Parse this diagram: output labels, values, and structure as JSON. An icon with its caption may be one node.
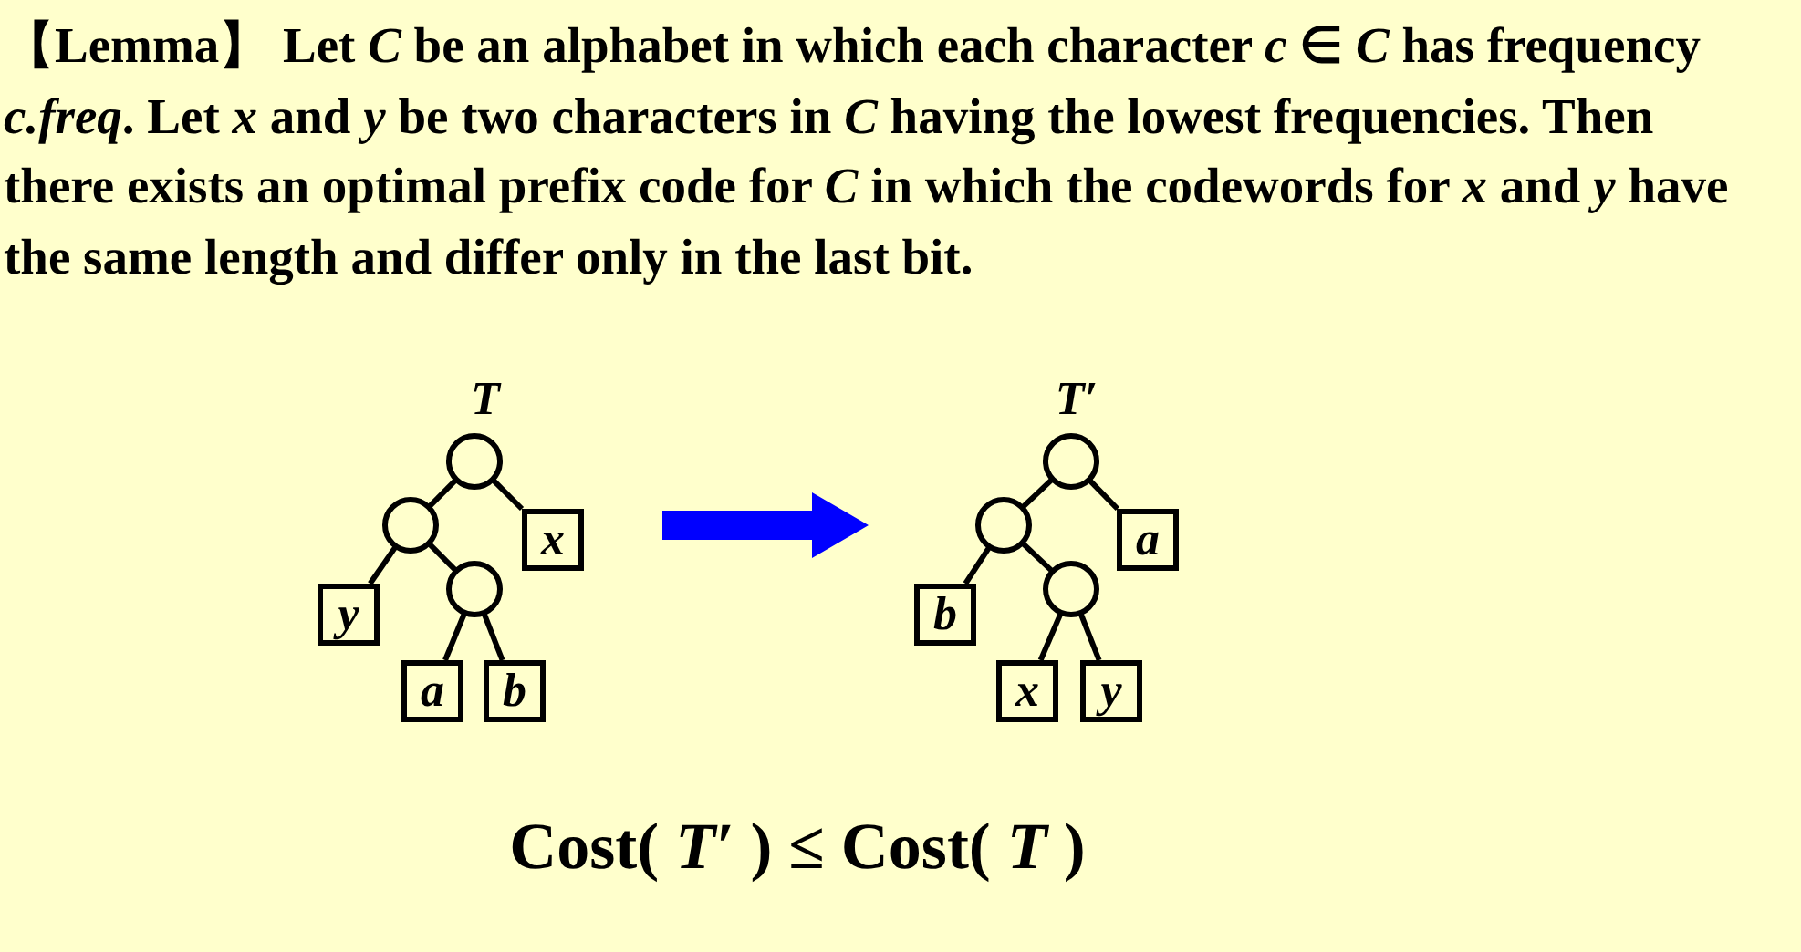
{
  "diagram": {
    "title": "【Lemma】 Let *C* be an alphabet in which each character *c* ∈ *C* has frequency *c.freq*.  Let *x* and *y* be two characters in *C* having the lowest frequencies.  Then there exists an optimal prefix code for *C* in which the codewords for *x* and *y* have the same length and differ only in the last bit.",
    "nodes": [
      {
        "text": [],
        "shape": "circle"
      },
      {
        "text": [],
        "shape": "circle"
      },
      {
        "text": [],
        "shape": "circle"
      },
      {
        "text": [
          "x"
        ]
      },
      {
        "text": [
          "y"
        ]
      },
      {
        "text": [
          "a"
        ]
      },
      {
        "text": [
          "b"
        ]
      },
      {
        "text": [],
        "shape": "circle"
      },
      {
        "text": [],
        "shape": "circle"
      },
      {
        "text": [],
        "shape": "circle"
      },
      {
        "text": [
          "a"
        ]
      },
      {
        "text": [
          "b"
        ]
      },
      {
        "text": [
          "x"
        ]
      },
      {
        "text": [
          "y"
        ]
      }
    ],
    "edges": [
      {
        "from": 0,
        "to": 1,
        "arrow": "none"
      },
      {
        "from": 0,
        "to": 3,
        "arrow": "none"
      },
      {
        "from": 1,
        "to": 4,
        "arrow": "none"
      },
      {
        "from": 1,
        "to": 2,
        "arrow": "none"
      },
      {
        "from": 2,
        "to": 5,
        "arrow": "none"
      },
      {
        "from": 2,
        "to": 6,
        "arrow": "none"
      },
      {
        "from": 7,
        "to": 8,
        "arrow": "none"
      },
      {
        "from": 7,
        "to": 10,
        "arrow": "none"
      },
      {
        "from": 8,
        "to": 11,
        "arrow": "none"
      },
      {
        "from": 8,
        "to": 9,
        "arrow": "none"
      },
      {
        "from": 9,
        "to": 12,
        "arrow": "none"
      },
      {
        "from": 9,
        "to": 13,
        "arrow": "none"
      }
    ],
    "labels": [
      "T",
      "T′",
      "Cost( *T′* ) ≤ Cost( *T* )"
    ]
  }
}
